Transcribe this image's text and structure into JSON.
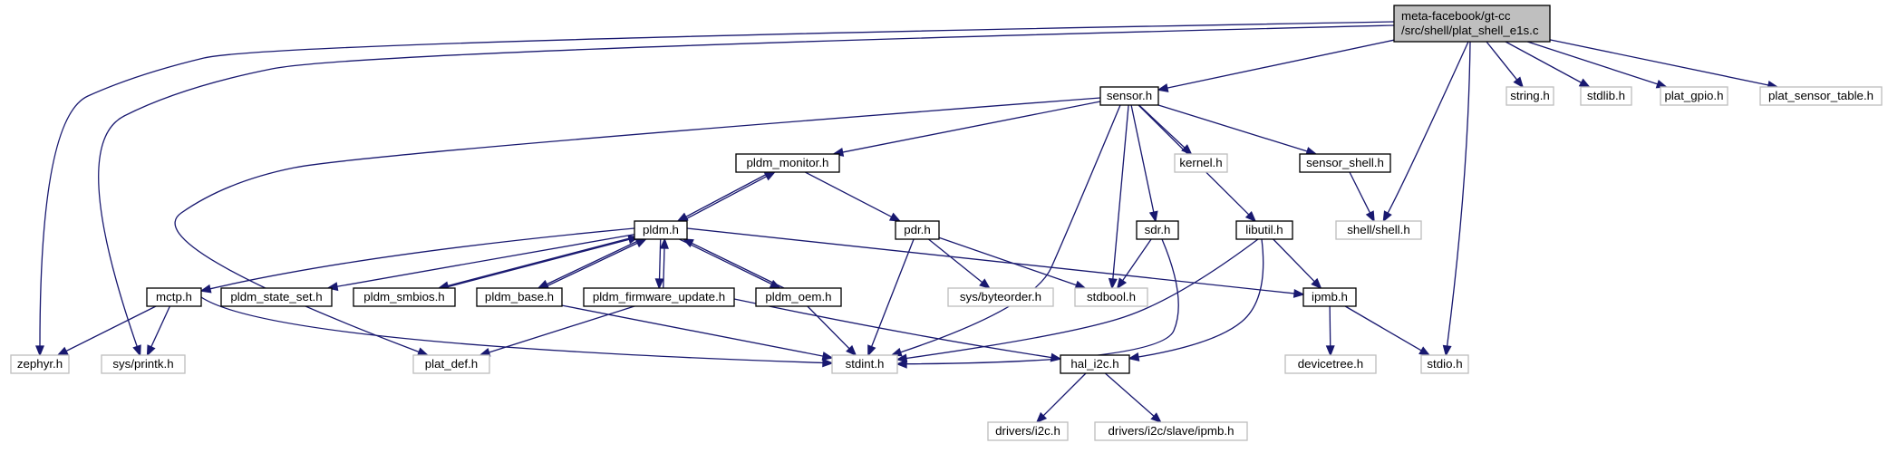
{
  "graph": {
    "root": "root",
    "colors": {
      "root_fill": "#bfbfbf",
      "node_fill": "#ffffff",
      "node_border": "#000000",
      "external_border": "#bfbfbf",
      "edge": "#191970"
    },
    "nodes": [
      {
        "id": "root",
        "lines": [
          "meta-facebook/gt-cc",
          "/src/shell/plat_shell_e1s.c"
        ],
        "kind": "root"
      },
      {
        "id": "sensor",
        "lines": [
          "sensor.h"
        ],
        "kind": "documented"
      },
      {
        "id": "string",
        "lines": [
          "string.h"
        ],
        "kind": "external"
      },
      {
        "id": "stdlib",
        "lines": [
          "stdlib.h"
        ],
        "kind": "external"
      },
      {
        "id": "plat_gpio",
        "lines": [
          "plat_gpio.h"
        ],
        "kind": "external"
      },
      {
        "id": "plat_sensor_table",
        "lines": [
          "plat_sensor_table.h"
        ],
        "kind": "external"
      },
      {
        "id": "pldm_monitor",
        "lines": [
          "pldm_monitor.h"
        ],
        "kind": "documented"
      },
      {
        "id": "kernel",
        "lines": [
          "kernel.h"
        ],
        "kind": "external"
      },
      {
        "id": "sensor_shell",
        "lines": [
          "sensor_shell.h"
        ],
        "kind": "documented"
      },
      {
        "id": "shell",
        "lines": [
          "shell/shell.h"
        ],
        "kind": "external"
      },
      {
        "id": "pldm",
        "lines": [
          "pldm.h"
        ],
        "kind": "documented"
      },
      {
        "id": "pdr",
        "lines": [
          "pdr.h"
        ],
        "kind": "documented"
      },
      {
        "id": "sdr",
        "lines": [
          "sdr.h"
        ],
        "kind": "documented"
      },
      {
        "id": "libutil",
        "lines": [
          "libutil.h"
        ],
        "kind": "documented"
      },
      {
        "id": "mctp",
        "lines": [
          "mctp.h"
        ],
        "kind": "documented"
      },
      {
        "id": "pldm_state_set",
        "lines": [
          "pldm_state_set.h"
        ],
        "kind": "documented"
      },
      {
        "id": "pldm_smbios",
        "lines": [
          "pldm_smbios.h"
        ],
        "kind": "documented"
      },
      {
        "id": "pldm_base",
        "lines": [
          "pldm_base.h"
        ],
        "kind": "documented"
      },
      {
        "id": "pldm_firmware_update",
        "lines": [
          "pldm_firmware_update.h"
        ],
        "kind": "documented"
      },
      {
        "id": "pldm_oem",
        "lines": [
          "pldm_oem.h"
        ],
        "kind": "documented"
      },
      {
        "id": "byteorder",
        "lines": [
          "sys/byteorder.h"
        ],
        "kind": "external"
      },
      {
        "id": "stdbool",
        "lines": [
          "stdbool.h"
        ],
        "kind": "external"
      },
      {
        "id": "ipmb",
        "lines": [
          "ipmb.h"
        ],
        "kind": "documented"
      },
      {
        "id": "zephyr",
        "lines": [
          "zephyr.h"
        ],
        "kind": "external"
      },
      {
        "id": "printk",
        "lines": [
          "sys/printk.h"
        ],
        "kind": "external"
      },
      {
        "id": "plat_def",
        "lines": [
          "plat_def.h"
        ],
        "kind": "external"
      },
      {
        "id": "stdint",
        "lines": [
          "stdint.h"
        ],
        "kind": "external"
      },
      {
        "id": "hal_i2c",
        "lines": [
          "hal_i2c.h"
        ],
        "kind": "documented"
      },
      {
        "id": "devicetree",
        "lines": [
          "devicetree.h"
        ],
        "kind": "external"
      },
      {
        "id": "stdio",
        "lines": [
          "stdio.h"
        ],
        "kind": "external"
      },
      {
        "id": "drivers_i2c",
        "lines": [
          "drivers/i2c.h"
        ],
        "kind": "external"
      },
      {
        "id": "slave_ipmb",
        "lines": [
          "drivers/i2c/slave/ipmb.h"
        ],
        "kind": "external"
      }
    ],
    "edges": [
      [
        "root",
        "sensor"
      ],
      [
        "root",
        "string"
      ],
      [
        "root",
        "stdlib"
      ],
      [
        "root",
        "plat_gpio"
      ],
      [
        "root",
        "plat_sensor_table"
      ],
      [
        "root",
        "shell"
      ],
      [
        "root",
        "stdio"
      ],
      [
        "root",
        "zephyr"
      ],
      [
        "root",
        "printk"
      ],
      [
        "sensor",
        "pldm_monitor"
      ],
      [
        "sensor",
        "kernel"
      ],
      [
        "sensor",
        "sensor_shell"
      ],
      [
        "sensor",
        "sdr"
      ],
      [
        "sensor",
        "libutil"
      ],
      [
        "sensor",
        "stdbool"
      ],
      [
        "sensor",
        "stdint"
      ],
      [
        "sensor",
        "plat_def"
      ],
      [
        "pldm_monitor",
        "pldm"
      ],
      [
        "pldm_monitor",
        "pdr"
      ],
      [
        "sensor_shell",
        "shell"
      ],
      [
        "pldm",
        "pldm_monitor"
      ],
      [
        "pldm",
        "mctp"
      ],
      [
        "pldm",
        "pldm_state_set"
      ],
      [
        "pldm",
        "pldm_smbios"
      ],
      [
        "pldm",
        "pldm_base"
      ],
      [
        "pldm",
        "pldm_firmware_update"
      ],
      [
        "pldm",
        "pldm_oem"
      ],
      [
        "pldm",
        "ipmb"
      ],
      [
        "pldm_smbios",
        "pldm"
      ],
      [
        "pldm_base",
        "pldm"
      ],
      [
        "pldm_firmware_update",
        "pldm"
      ],
      [
        "pldm_oem",
        "pldm"
      ],
      [
        "pdr",
        "byteorder"
      ],
      [
        "pdr",
        "stdbool"
      ],
      [
        "pdr",
        "stdint"
      ],
      [
        "sdr",
        "stdbool"
      ],
      [
        "sdr",
        "stdint"
      ],
      [
        "libutil",
        "ipmb"
      ],
      [
        "libutil",
        "stdint"
      ],
      [
        "libutil",
        "hal_i2c"
      ],
      [
        "mctp",
        "zephyr"
      ],
      [
        "mctp",
        "printk"
      ],
      [
        "mctp",
        "stdint"
      ],
      [
        "pldm_base",
        "stdint"
      ],
      [
        "pldm_firmware_update",
        "plat_def"
      ],
      [
        "pldm_firmware_update",
        "hal_i2c"
      ],
      [
        "pldm_oem",
        "stdint"
      ],
      [
        "ipmb",
        "devicetree"
      ],
      [
        "ipmb",
        "stdio"
      ],
      [
        "hal_i2c",
        "drivers_i2c"
      ],
      [
        "hal_i2c",
        "slave_ipmb"
      ]
    ]
  }
}
